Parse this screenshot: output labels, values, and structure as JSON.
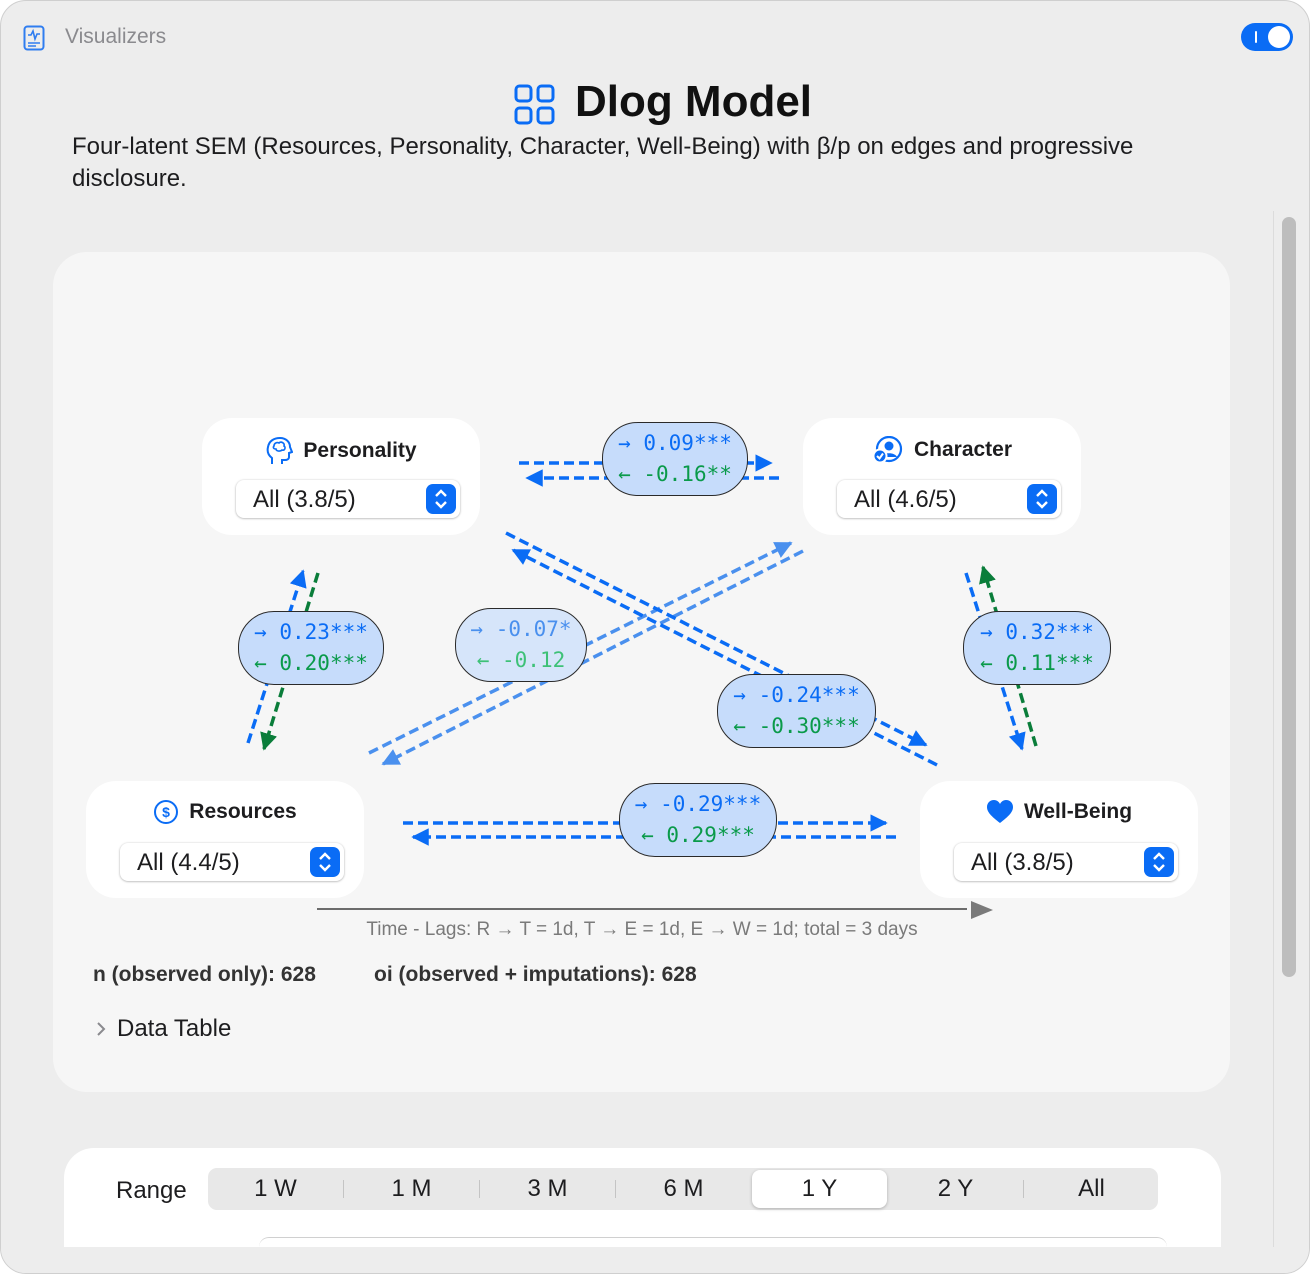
{
  "window": {
    "title": "Visualizers",
    "toggle_on": true,
    "accent": "#0a6cf5"
  },
  "header": {
    "title": "Dlog Model",
    "subtitle": "Four-latent SEM (Resources, Personality, Character, Well-Being) with β/p on edges and progressive disclosure."
  },
  "nodes": {
    "personality": {
      "label": "Personality",
      "icon": "brain-head-icon",
      "select": "All (3.8/5)"
    },
    "character": {
      "label": "Character",
      "icon": "person-badge-icon",
      "select": "All (4.6/5)"
    },
    "resources": {
      "label": "Resources",
      "icon": "dollar-circle-icon",
      "select": "All (4.4/5)"
    },
    "wellbeing": {
      "label": "Well-Being",
      "icon": "heart-icon",
      "select": "All (3.8/5)"
    }
  },
  "edges": [
    {
      "id": "personality-character",
      "forward": "→ 0.09***",
      "backward": "← -0.16**"
    },
    {
      "id": "personality-resources",
      "forward": "→ 0.23***",
      "backward": "← 0.20***"
    },
    {
      "id": "resources-character",
      "forward": "→ -0.07*",
      "backward": "← -0.12"
    },
    {
      "id": "personality-wellbeing",
      "forward": "→ -0.24***",
      "backward": "← -0.30***"
    },
    {
      "id": "character-wellbeing",
      "forward": "→ 0.32***",
      "backward": "← 0.11***"
    },
    {
      "id": "resources-wellbeing",
      "forward": "→ -0.29***",
      "backward": "← 0.29***"
    }
  ],
  "colors": {
    "forward": "#0a6cf5",
    "backward": "#0a7d3a",
    "label_fill": "#c6dcfb"
  },
  "timeline": {
    "label": "Time - Lags: R → T = 1d, T → E = 1d, E → W = 1d; total = 3 days"
  },
  "stats": {
    "n_observed": "n (observed only): 628",
    "n_oi": "oi (observed + imputations): 628"
  },
  "disclosure": {
    "label": "Data Table",
    "expanded": false
  },
  "range": {
    "label": "Range",
    "options": [
      "1 W",
      "1 M",
      "3 M",
      "6 M",
      "1 Y",
      "2 Y",
      "All"
    ],
    "selected": "1 Y"
  }
}
